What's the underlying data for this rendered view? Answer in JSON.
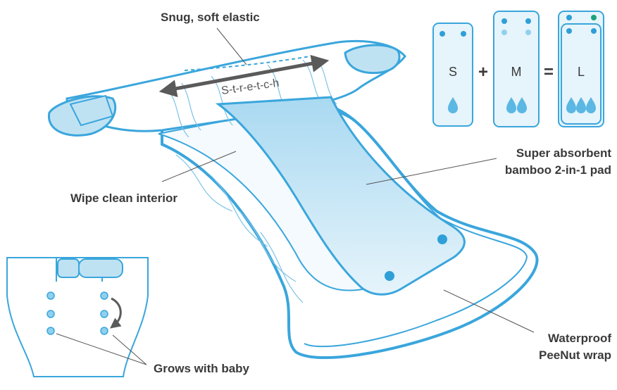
{
  "labels": {
    "snug": "Snug, soft elastic",
    "stretch": "S-t-r-e-t-c-h",
    "wipe": "Wipe clean interior",
    "pad_line1": "Super absorbent",
    "pad_line2": "bamboo 2-in-1 pad",
    "wrap_line1": "Waterproof",
    "wrap_line2": "PeeNut wrap",
    "grows": "Grows with baby"
  },
  "sizes": {
    "small": "S",
    "medium": "M",
    "large": "L",
    "plus": "+",
    "equals": "="
  },
  "colors": {
    "outline": "#3aa6dc",
    "fill_light": "#e6f4fb",
    "fill_mid": "#bfe2f3",
    "snap": "#2f9fd8",
    "snap_green": "#1aa37a",
    "text": "#3a3a3a",
    "leader": "#555555"
  },
  "icons": {
    "arrow": "double-headed-stretch-arrow",
    "drop": "water-drop-icon",
    "snap": "snap-button-icon"
  }
}
